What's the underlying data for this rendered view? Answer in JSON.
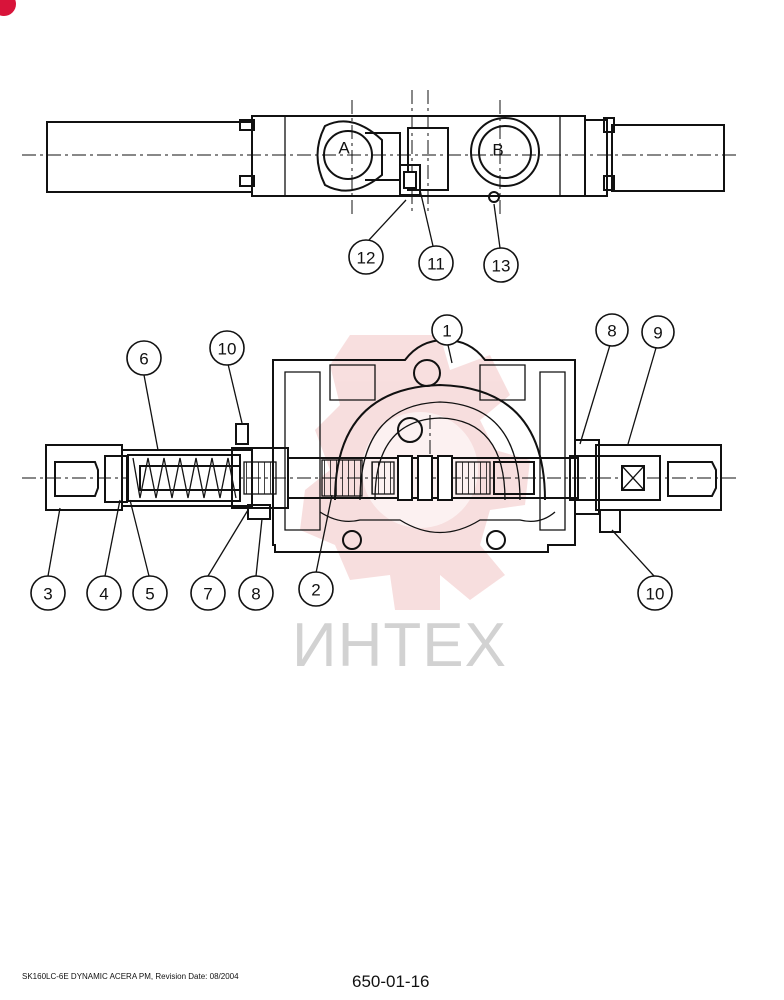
{
  "diagram": {
    "port_labels": [
      "A",
      "B"
    ],
    "callouts": [
      "1",
      "2",
      "3",
      "4",
      "5",
      "6",
      "7",
      "8",
      "8",
      "9",
      "10",
      "10",
      "11",
      "12",
      "13"
    ]
  },
  "watermark": {
    "text": "ИНТЕХ",
    "color": "#d2d2d2",
    "logo_color": "#f2c4c4"
  },
  "footer": {
    "left": "SK160LC-6E DYNAMIC ACERA PM, Revision Date: 08/2004",
    "page": "650-01-16"
  },
  "colors": {
    "badge": "#d8143a",
    "line": "#111111"
  }
}
